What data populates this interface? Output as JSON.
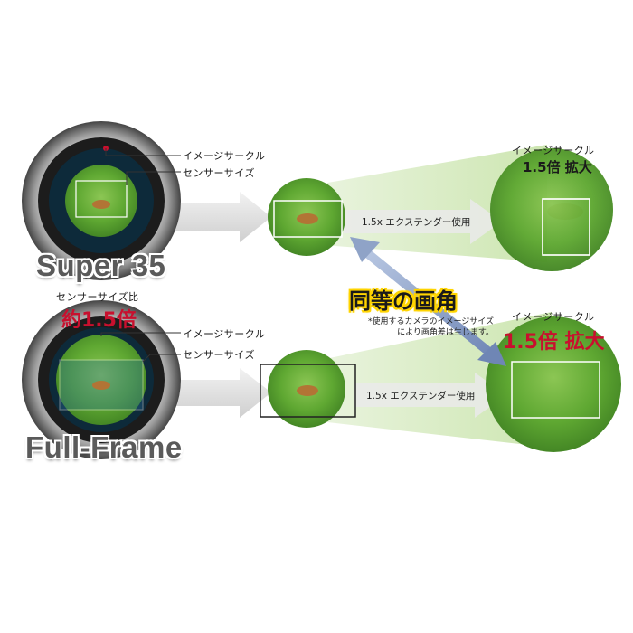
{
  "top": {
    "leader_image_circle": "イメージサークル",
    "leader_sensor_size": "センサーサイズ",
    "mount_title": "Super 35",
    "ratio_caption": "センサーサイズ比",
    "ratio_value": "約1.5倍",
    "extender_label": "1.5x エクステンダー使用",
    "result_title": "イメージサークル",
    "result_value": "1.5倍 拡大"
  },
  "bottom": {
    "leader_image_circle": "イメージサークル",
    "leader_sensor_size": "センサーサイズ",
    "mount_title": "Full-Frame",
    "extender_label": "1.5x エクステンダー使用",
    "result_title": "イメージサークル",
    "result_value": "1.5倍 拡大"
  },
  "center": {
    "equal_label": "同等の画角",
    "note_line1": "*使用するカメラのイメージサイズ",
    "note_line2": "により画角差は生じます。"
  },
  "colors": {
    "accent_red": "#c8102e",
    "highlight_yellow": "#ffd400",
    "grass_green": "#5fa832",
    "arrow_blue": "#8fa3c7"
  }
}
